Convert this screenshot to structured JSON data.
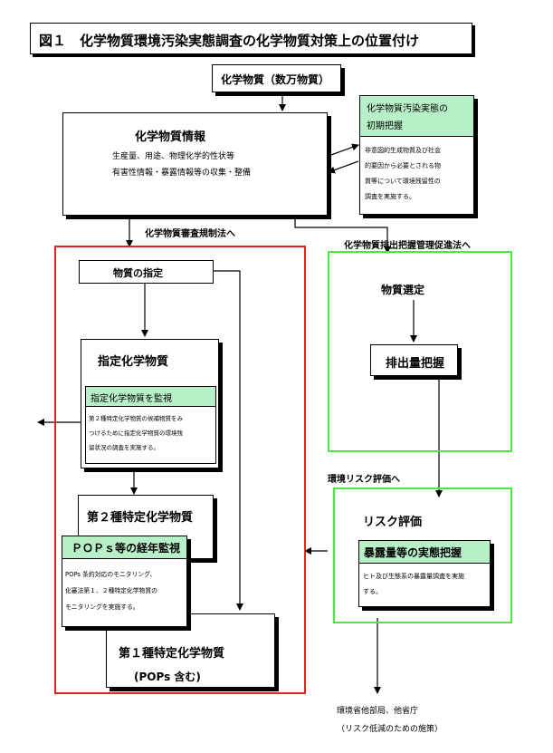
{
  "title": "図１　化学物質環境汚染実態調査の化学物質対策上の位置付け",
  "top": {
    "chemicals": "化学物質（数万物質）"
  },
  "info": {
    "heading": "化学物質情報",
    "line1": "生産量、用途、物理化学的性状等",
    "line2": "有害性情報・暴露情報等の収集・整備"
  },
  "initial": {
    "heading1": "化学物質汚染実態の",
    "heading2": "初期把握",
    "lines": [
      "非意図的生成物質及び社会",
      "的要因から必要とされる物",
      "質等について環境残留性の",
      "調査を実施する。"
    ]
  },
  "labels": {
    "review_law": "化学物質審査規制法へ",
    "prtr_law": "化学物質排出把握管理促進法へ",
    "risk_eval_to": "環境リスク評価へ"
  },
  "left": {
    "designation": "物質の指定",
    "designated": "指定化学物質",
    "monitor": "指定化学物質を監視",
    "monitor_lines": [
      "第２種特定化学物質の候補物質をみ",
      "つけるために指定化学物質の環境残",
      "留状況の調査を実施する。"
    ],
    "class2": "第２種特定化学物質",
    "pops": "ＰＯＰｓ等の経年監視",
    "pops_lines": [
      "POPs 条約対応のモニタリング、",
      "化審法第１、２種特定化学物質の",
      "モニタリングを実施する。"
    ],
    "class1": "第１種特定化学物質",
    "class1_sub": "(POPs 含む)"
  },
  "right": {
    "selection": "物質選定",
    "emission": "排出量把握",
    "risk": "リスク評価",
    "exposure": "暴露量等の実態把握",
    "exposure_lines": [
      "ヒト及び生態系の暴露量調査を実施",
      "する。"
    ]
  },
  "bottom": {
    "line1": "環境省他部局、他省庁",
    "line2": "（リスク低減のための施策）"
  },
  "colors": {
    "red": "#e8201f",
    "green": "#49e83f",
    "mint": "#b7f0c6"
  }
}
